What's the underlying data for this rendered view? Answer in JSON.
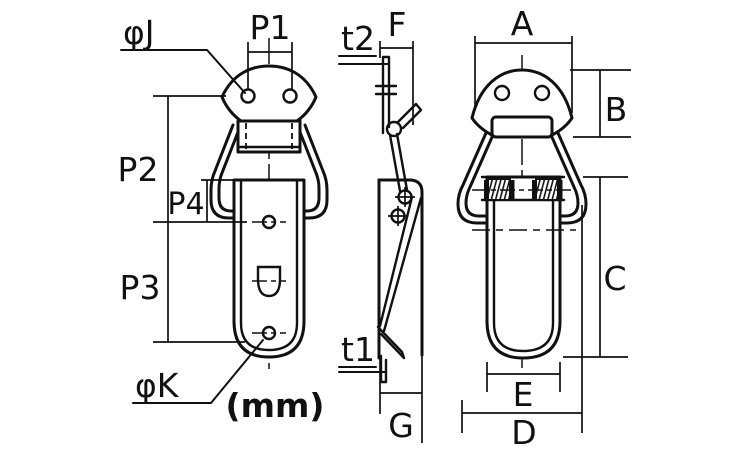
{
  "drawing": {
    "unit_label": "(mm)",
    "front_view": {
      "phi_j_label": "φJ",
      "p1_label": "P1",
      "p2_label": "P2",
      "p3_label": "P3",
      "p4_label": "P4",
      "phi_k_label": "φK"
    },
    "side_view": {
      "t2_label": "t2",
      "f_label": "F",
      "t1_label": "t1",
      "g_label": "G"
    },
    "rear_view": {
      "a_label": "A",
      "b_label": "B",
      "c_label": "C",
      "d_label": "D",
      "e_label": "E"
    },
    "colors": {
      "line_color": "#111111",
      "background": "#ffffff"
    }
  }
}
